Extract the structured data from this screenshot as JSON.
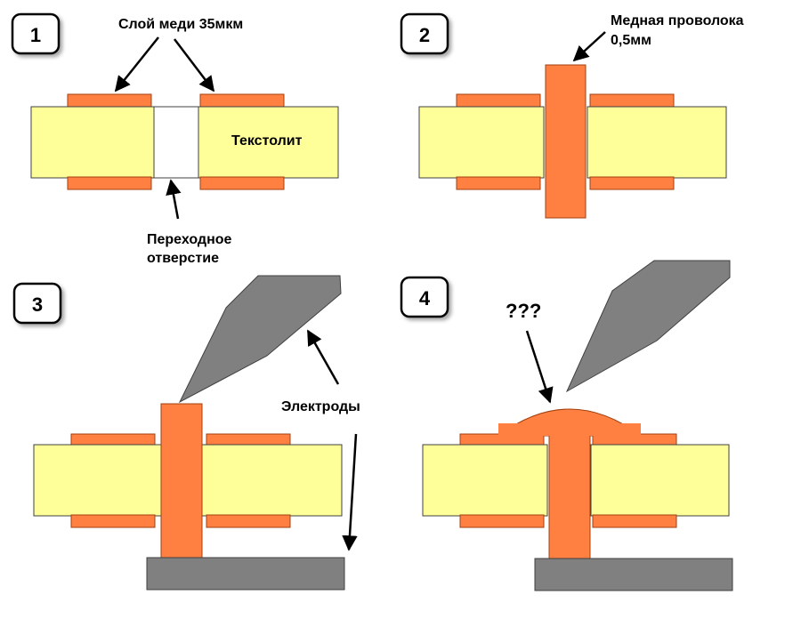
{
  "steps": [
    {
      "number": "1"
    },
    {
      "number": "2"
    },
    {
      "number": "3"
    },
    {
      "number": "4"
    }
  ],
  "labels": {
    "copper_layer": "Слой меди 35мкм",
    "textolite": "Текстолит",
    "via_line1": "Переходное",
    "via_line2": "отверстие",
    "wire_line1": "Медная проволока",
    "wire_line2": "0,5мм",
    "electrodes": "Электроды",
    "question": "???"
  },
  "colors": {
    "laminate": "#ffff99",
    "copper": "#ff8040",
    "electrode": "#808080",
    "outline": "#404040"
  }
}
